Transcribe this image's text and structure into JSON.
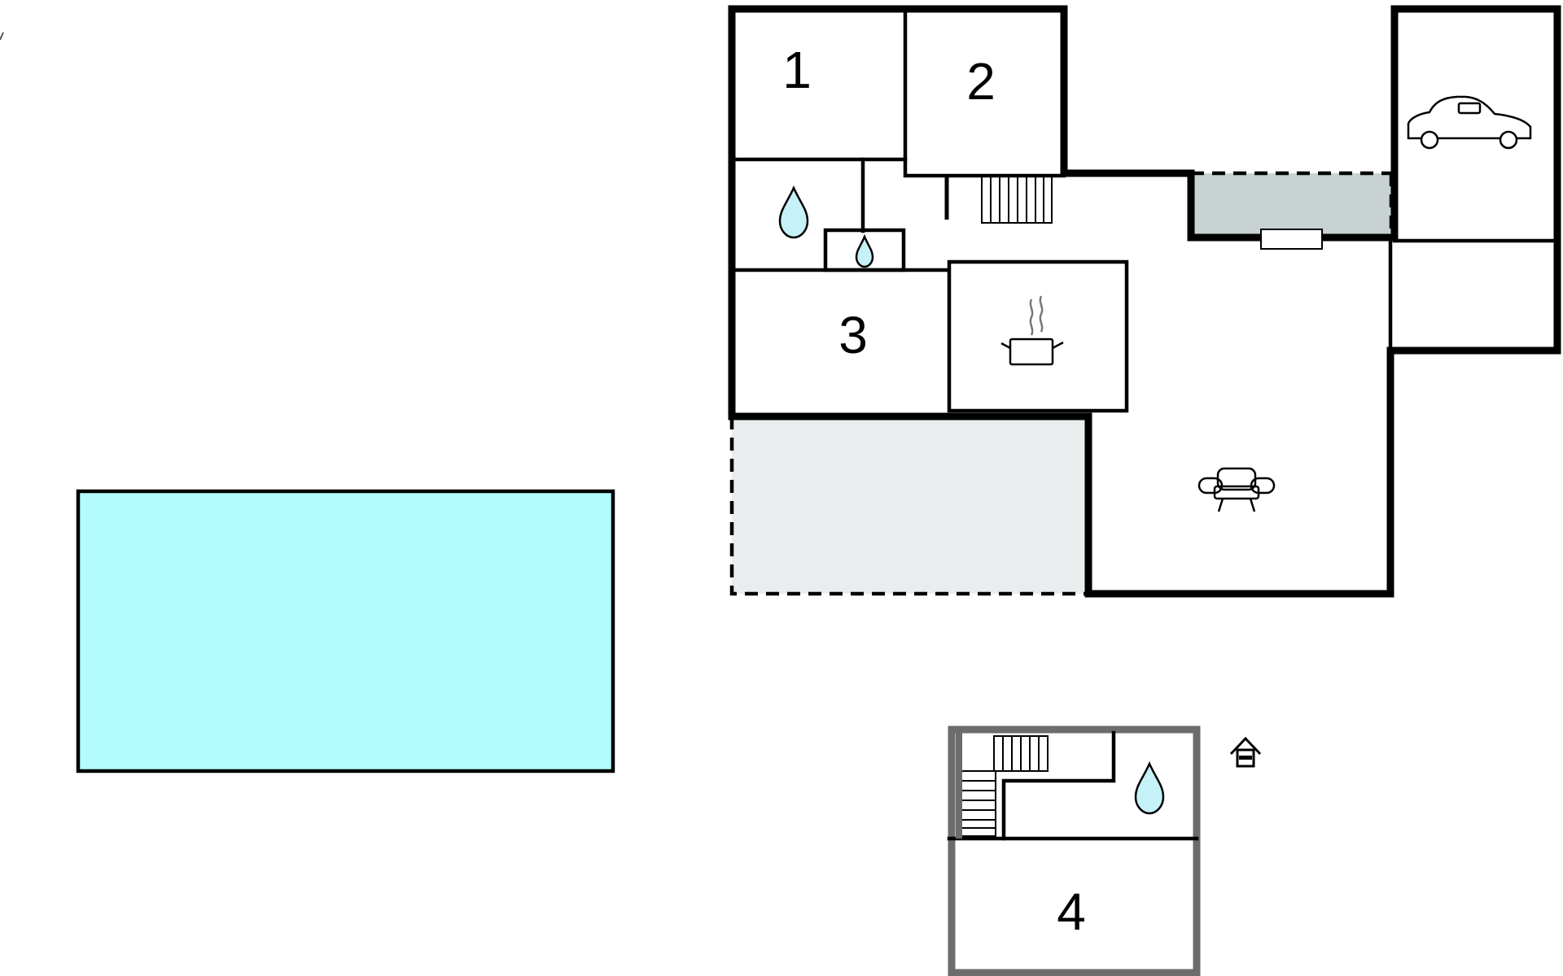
{
  "rooms": [
    {
      "label": "1"
    },
    {
      "label": "2"
    },
    {
      "label": "3"
    },
    {
      "label": "4"
    }
  ],
  "icons": {
    "garage": "car-icon",
    "kitchen": "cooking-pot-icon",
    "living": "sofa-icon",
    "bathroom": "water-drop-icon",
    "annex": "house-icon"
  },
  "colors": {
    "pool": "#b3fcfe",
    "terrace": "#e9eded",
    "balcony": "#c8d2d2",
    "water": "#c7f1f9",
    "stairs_dark": "#6c6c6c"
  }
}
